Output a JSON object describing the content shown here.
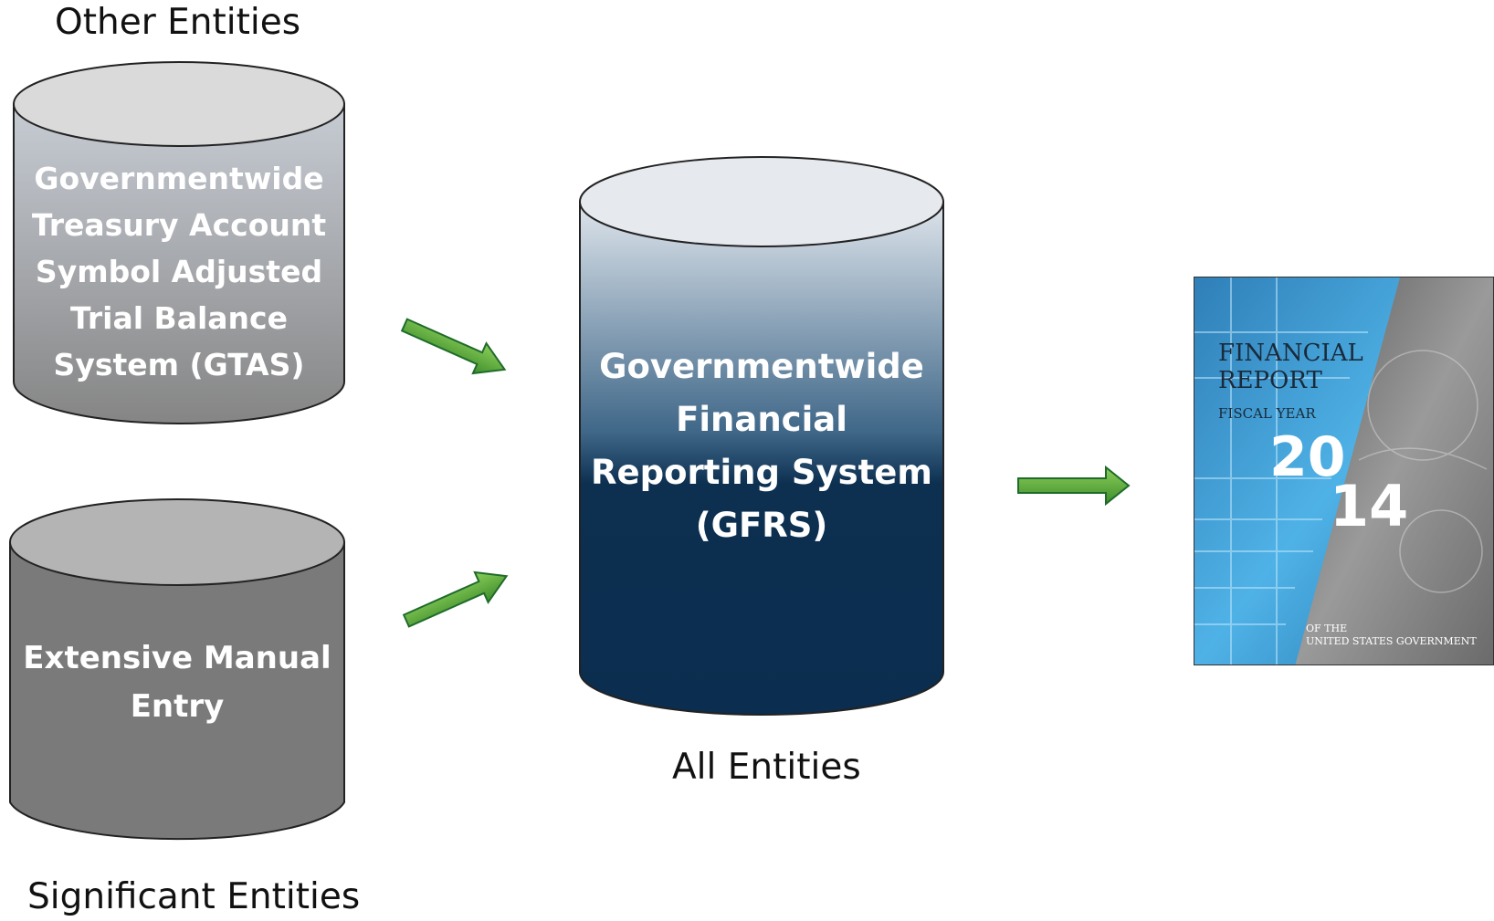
{
  "labels": {
    "other_entities": "Other Entities",
    "significant_entities": "Significant  Entities",
    "all_entities": "All Entities"
  },
  "cylinders": {
    "gtas": {
      "lines": [
        "Governmentwide",
        "Treasury Account",
        "Symbol Adjusted",
        "Trial Balance",
        "System (GTAS)"
      ],
      "colors": {
        "top": "#d8d8d8",
        "body_top": "#b8bcc4",
        "body_bottom": "#8c8c8c"
      }
    },
    "manual": {
      "lines": [
        "Extensive Manual",
        "Entry"
      ],
      "colors": {
        "top": "#b4b4b4",
        "body": "#7a7a7a"
      }
    },
    "gfrs": {
      "lines": [
        "Governmentwide",
        "Financial",
        "Reporting System",
        "(GFRS)"
      ],
      "colors": {
        "top": "#dfe4ea",
        "body_top": "#c7cfd9",
        "body_bottom": "#0b2d4f"
      }
    }
  },
  "arrows": {
    "color": "#5aa537",
    "outline": "#1f6b2a"
  },
  "report_cover": {
    "line1": "FINANCIAL",
    "line2": "REPORT",
    "line3": "FISCAL YEAR",
    "year_a": "20",
    "year_b": "14",
    "footer1": "OF THE",
    "footer2": "UNITED STATES GOVERNMENT"
  }
}
